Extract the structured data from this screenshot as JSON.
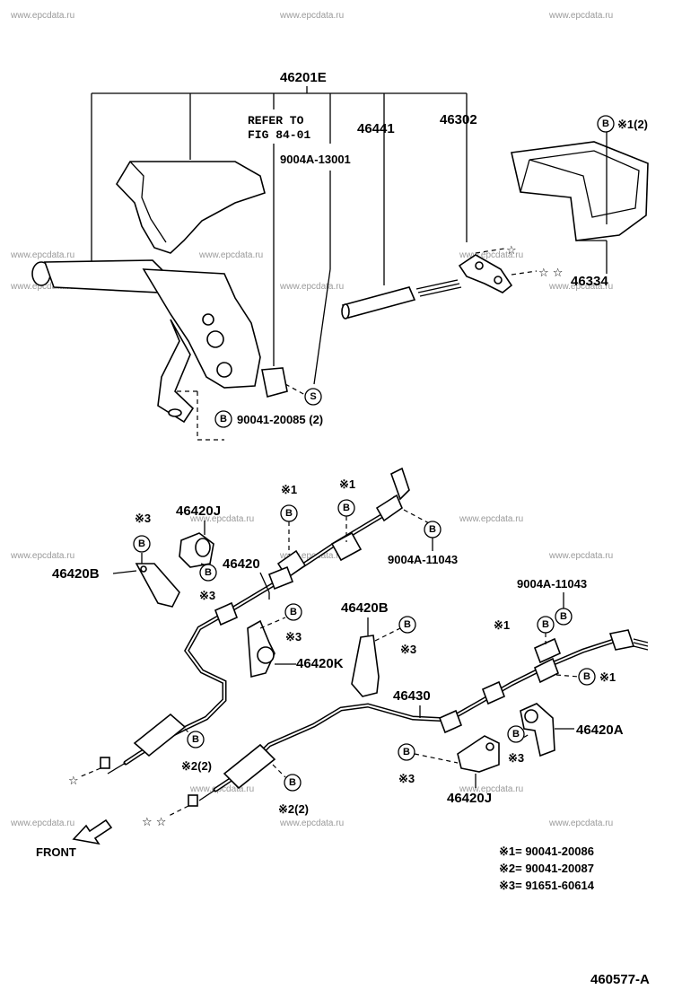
{
  "watermark": "www.epcdata.ru",
  "labels": {
    "main_assembly": "46201E",
    "refer_line1": "REFER TO",
    "refer_line2": "FIG 84-01",
    "part_90004A_13001": "9004A-13001",
    "part_46441": "46441",
    "part_46302": "46302",
    "part_46334": "46334",
    "bolt_ref_top": "B",
    "bolt_ref_top_note": "※1(2)",
    "bolt_90041_20085": "90041-20085 (2)",
    "s_marker": "S",
    "part_46420J_left": "46420J",
    "part_46420B_left": "46420B",
    "part_46420": "46420",
    "part_90004A_11043_left": "9004A-11043",
    "part_46420B_mid": "46420B",
    "part_46420K": "46420K",
    "part_90004A_11043_right": "9004A-11043",
    "part_46430": "46430",
    "part_46420A": "46420A",
    "part_46420J_right": "46420J",
    "note_1": "※1",
    "note_2_2": "※2(2)",
    "note_3": "※3",
    "front": "FRONT",
    "diagram_id": "460577-A"
  },
  "legend": [
    "※1= 90041-20086",
    "※2= 90041-20087",
    "※3= 91651-60614"
  ]
}
